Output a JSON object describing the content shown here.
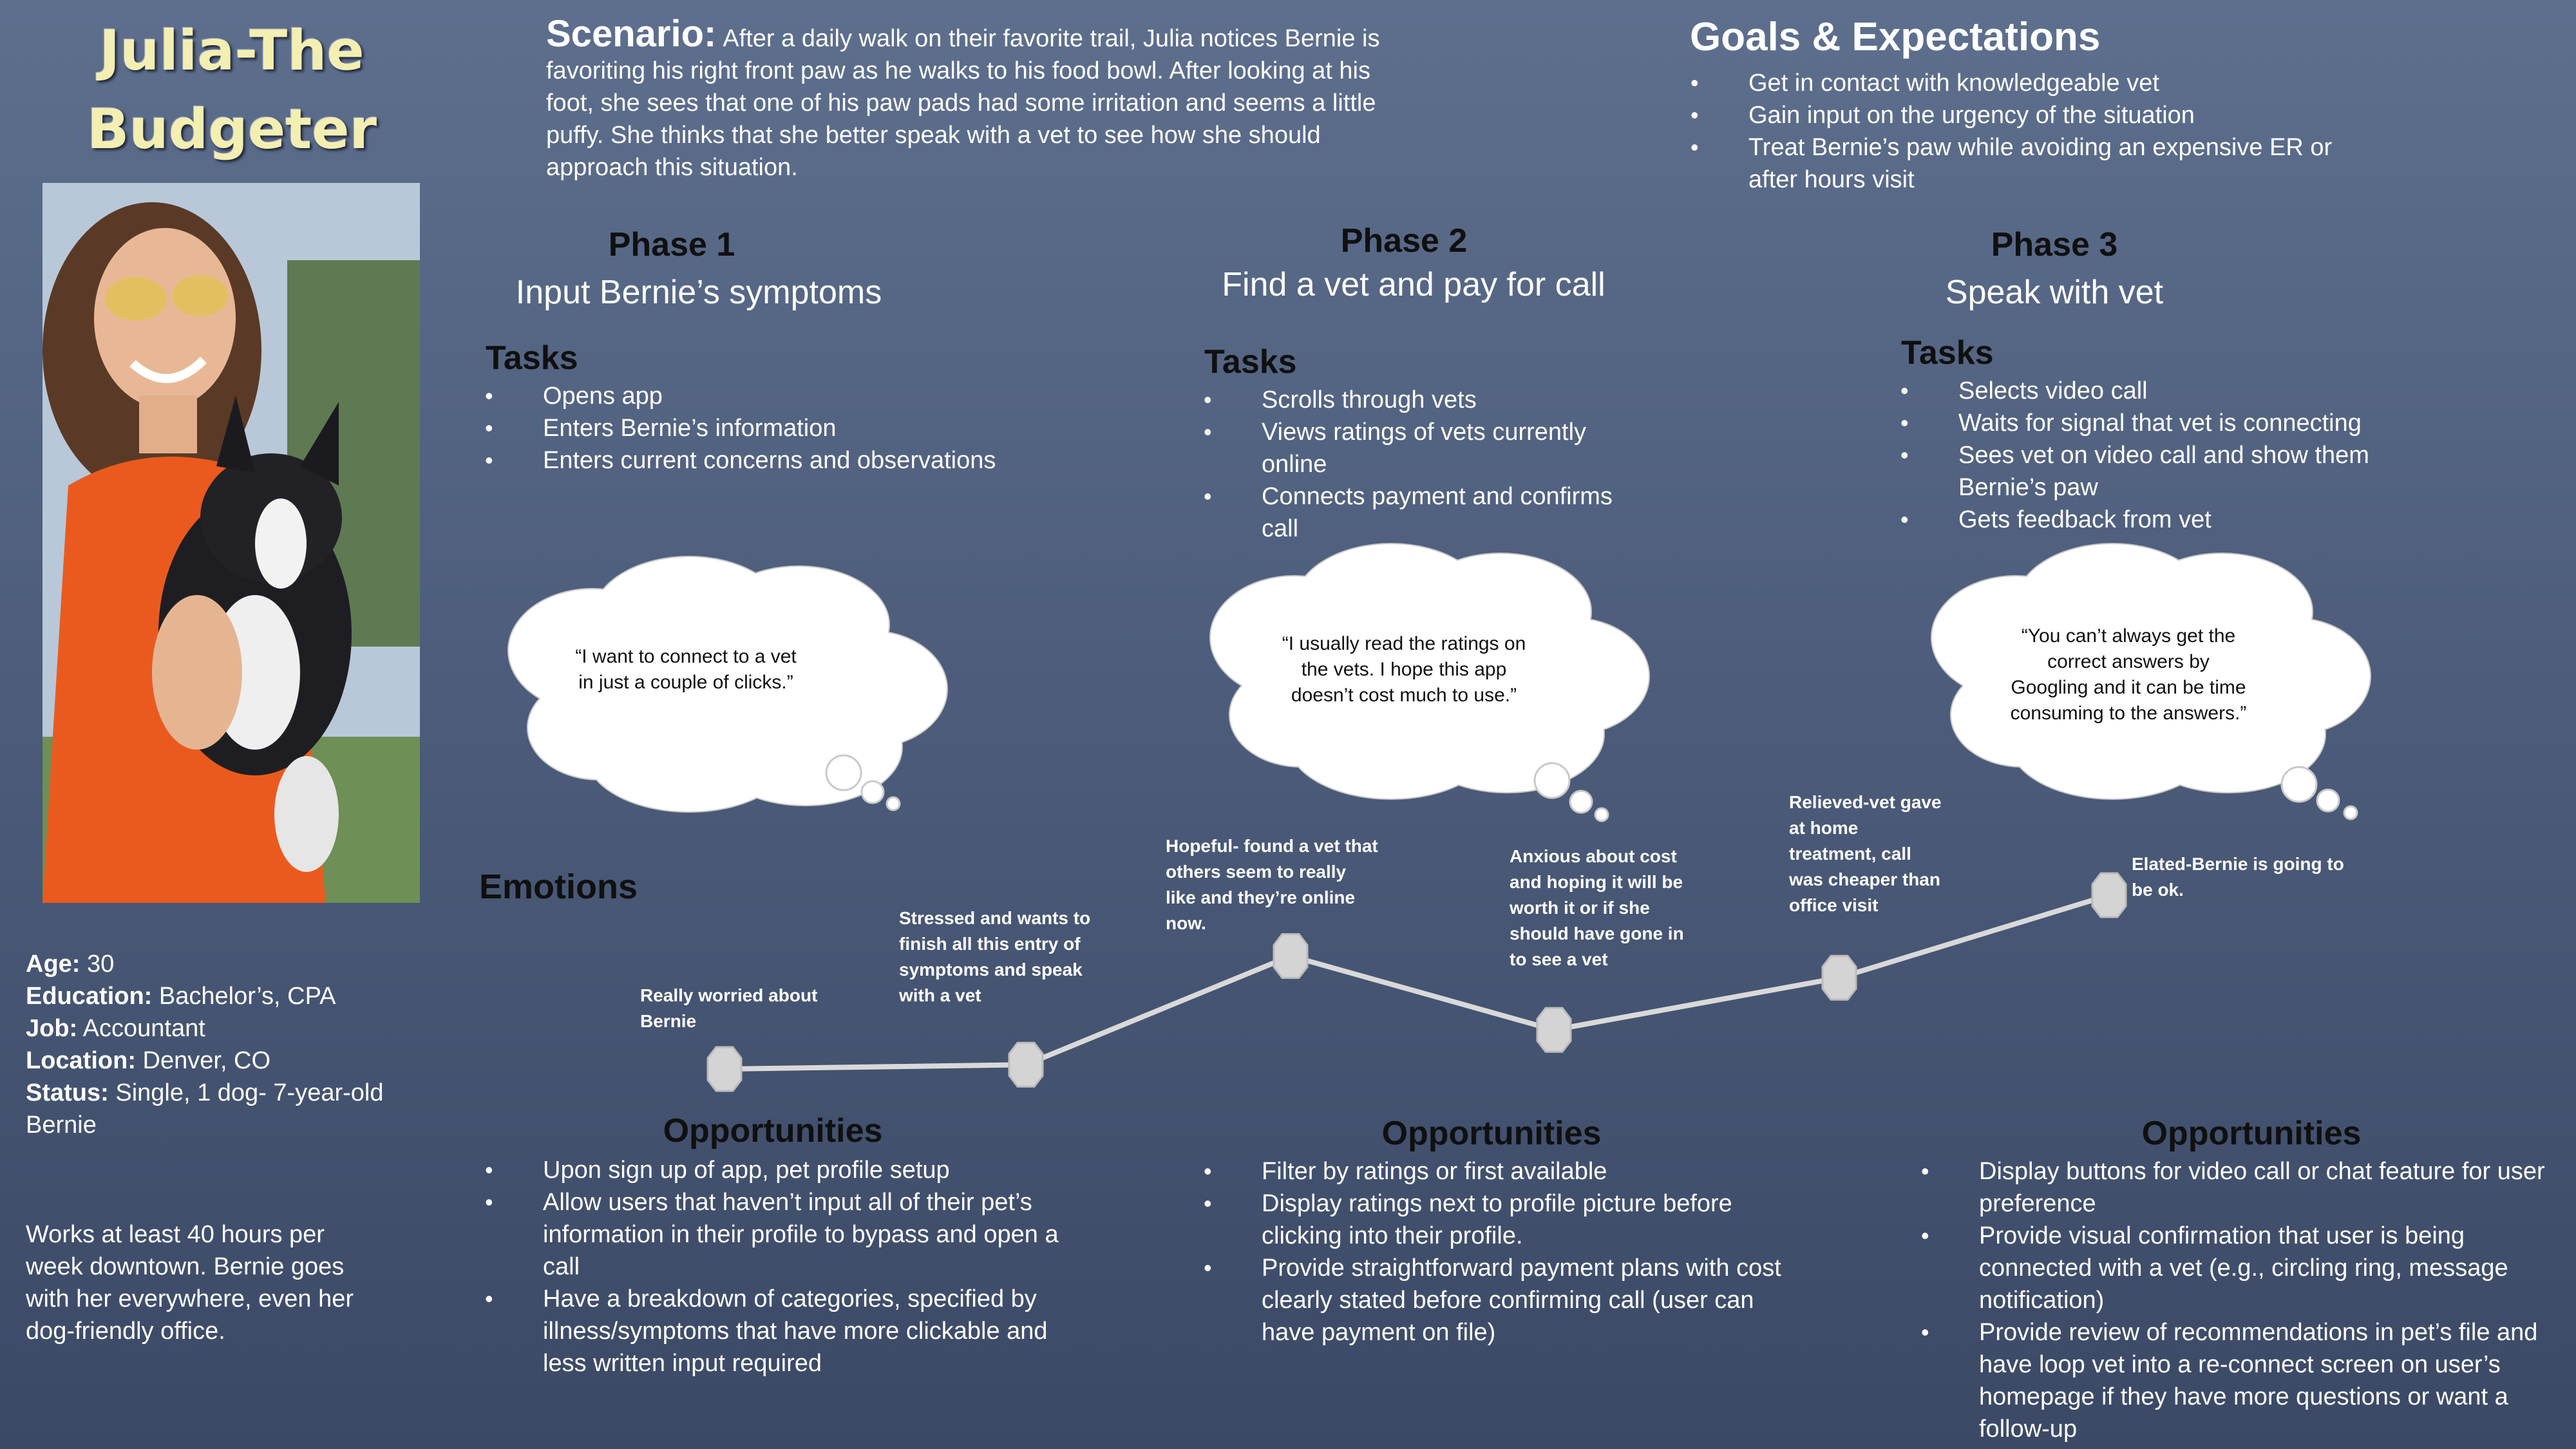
{
  "persona": {
    "title_line1": "Julia-The",
    "title_line2": "Budgeter",
    "demographics": [
      {
        "label": "Age:",
        "value": " 30"
      },
      {
        "label": "Education:",
        "value": " Bachelor’s, CPA"
      },
      {
        "label": "Job:",
        "value": " Accountant"
      },
      {
        "label": "Location:",
        "value": " Denver, CO"
      },
      {
        "label": "Status:",
        "value": " Single, 1 dog- 7-year-old Bernie"
      }
    ],
    "bio": "Works at least 40 hours per week downtown. Bernie goes with her everywhere, even her dog-friendly office."
  },
  "scenario": {
    "heading": "Scenario:",
    "text": "After a daily walk on their favorite trail, Julia notices Bernie is favoriting his right front paw as he walks to his food bowl. After looking at his foot, she sees that one of his paw pads had some irritation and seems a little puffy. She thinks that she better speak with a vet to see how she should approach this situation."
  },
  "goals": {
    "heading": "Goals & Expectations",
    "items": [
      "Get in contact with knowledgeable vet",
      "Gain input on the urgency of the situation",
      "Treat Bernie’s paw while avoiding an expensive ER or after hours visit"
    ]
  },
  "phases": [
    {
      "num": "Phase 1",
      "name": "Input Bernie’s symptoms",
      "tasks_heading": "Tasks",
      "tasks": [
        "Opens app",
        "Enters Bernie’s information",
        "Enters current concerns and observations"
      ],
      "quote": "“I want to connect to a vet in just a couple of clicks.”",
      "opportunities_heading": "Opportunities",
      "opportunities": [
        "Upon sign up of app, pet profile setup",
        "Allow users that haven’t input all of their pet’s information in their profile to bypass and open a call",
        "Have a breakdown of categories, specified by illness/symptoms that have more clickable and less written input required"
      ]
    },
    {
      "num": "Phase 2",
      "name": "Find a vet and pay for call",
      "tasks_heading": "Tasks",
      "tasks": [
        "Scrolls through vets",
        "Views ratings of vets currently online",
        "Connects payment and confirms call"
      ],
      "quote": "“I usually read the ratings on the vets. I hope this app doesn’t cost much to use.”",
      "opportunities_heading": "Opportunities",
      "opportunities": [
        "Filter by ratings or first available",
        "Display ratings next to profile picture before clicking into their profile.",
        "Provide straightforward payment plans with cost clearly stated before confirming call (user can have payment on file)"
      ]
    },
    {
      "num": "Phase 3",
      "name": "Speak with vet",
      "tasks_heading": "Tasks",
      "tasks": [
        "Selects video call",
        "Waits for signal that vet is connecting",
        "Sees vet on video call and show them Bernie’s paw",
        "Gets feedback from vet"
      ],
      "quote": "“You can’t always get the correct answers by Googling and it can be time consuming to the answers.”",
      "opportunities_heading": "Opportunities",
      "opportunities": [
        "Display buttons for video call or chat feature for user preference",
        "Provide visual confirmation that user is being connected with a vet (e.g., circling ring, message notification)",
        "Provide review of recommendations in pet’s file and have loop vet into a re-connect screen on user’s homepage if they have more questions or want a follow-up"
      ]
    }
  ],
  "emotions": {
    "heading": "Emotions",
    "points": [
      {
        "label": "Really worried about Bernie",
        "level": 1
      },
      {
        "label": "Stressed and wants to finish all this entry of symptoms and speak with a vet",
        "level": 1.1
      },
      {
        "label": "Hopeful- found a vet that others seem to really like and they’re online now.",
        "level": 3.6
      },
      {
        "label": "Anxious about cost and hoping it will be worth it or if she should have gone in to see a vet",
        "level": 1.9
      },
      {
        "label": "Relieved-vet gave at home treatment, call was cheaper than office visit",
        "level": 3.1
      },
      {
        "label": "Elated-Bernie is going to be ok.",
        "level": 5
      }
    ]
  },
  "colors": {
    "background_top": "#5e6f8e",
    "background_bottom": "#3b4966",
    "title": "#f3efb2",
    "dark_heading": "#101010",
    "emotion_line": "#d9d9d9"
  }
}
